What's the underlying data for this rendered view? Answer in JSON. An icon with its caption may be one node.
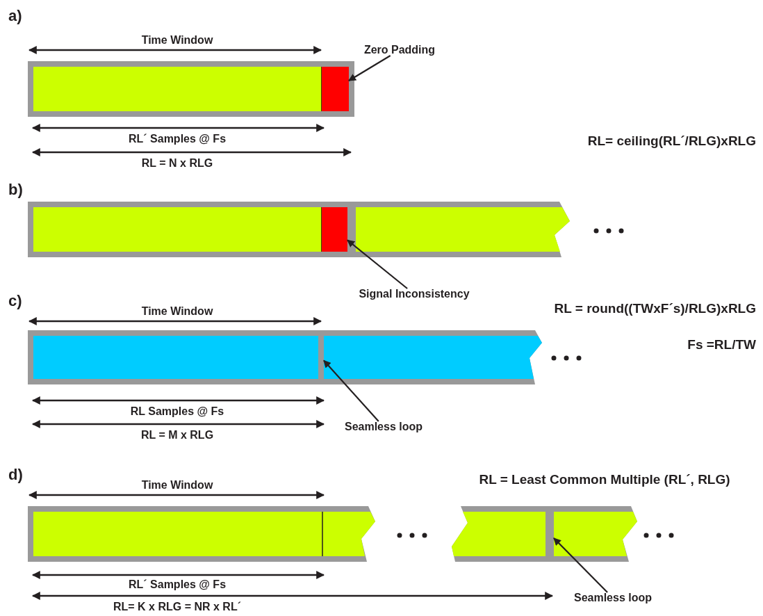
{
  "diagram": {
    "nodes": [
      {
        "text": [
          "Zero Padding"
        ]
      },
      {
        "text": [],
        "shape": "box"
      },
      {
        "text": [
          "Signal Inconsistency"
        ]
      },
      {
        "text": [],
        "shape": "box"
      },
      {
        "text": [
          "Seamless loop"
        ]
      },
      {
        "text": [],
        "shape": "bar"
      },
      {
        "text": [
          "Seamless loop"
        ]
      },
      {
        "text": [],
        "shape": "bar"
      }
    ],
    "edges": [
      {
        "from": 0,
        "to": 1,
        "arrow": "to"
      },
      {
        "from": 2,
        "to": 3,
        "arrow": "to"
      },
      {
        "from": 4,
        "to": 5,
        "arrow": "to"
      },
      {
        "from": 6,
        "to": 7,
        "arrow": "to"
      }
    ],
    "labels": [
      "a)",
      "Time Window",
      "RL´ Samples @ Fs",
      "RL= ceiling(RL´/RLG)xRLG",
      "RL = N x RLG",
      "b)",
      "c)",
      "Time Window",
      "RL = round((TWxF´s)/RLG)xRLG",
      "Fs =RL/TW",
      "RL Samples @ Fs",
      "RL = M x RLG",
      "d)",
      "RL = Least Common Multiple (RL´, RLG)",
      "Time Window",
      "RL´ Samples @ Fs",
      "RL= K x RLG = NR x RL´"
    ]
  }
}
